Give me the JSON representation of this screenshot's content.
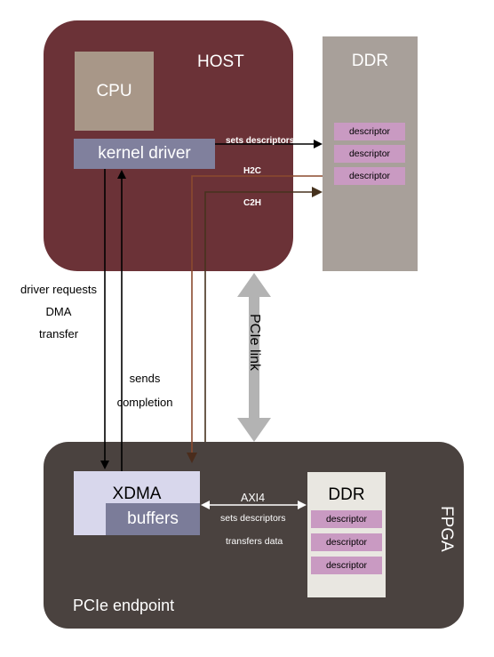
{
  "colors": {
    "host": "#6b3237",
    "cpu": "#a89788",
    "kernel": "#80809d",
    "ddr_top": "#a8a09a",
    "descriptor": "#c99ac2",
    "fpga": "#4a423f",
    "xdma": "#d8d7ec",
    "buffers": "#7b7c99",
    "ddr_bot": "#e9e7e1",
    "pcie_arrow": "#b3b3b3",
    "h2c_line": "#8b4a2f",
    "c2h_line": "#46321e"
  },
  "host": {
    "label": "HOST",
    "cpu": "CPU",
    "kernel_driver": "kernel driver"
  },
  "ddr_top": {
    "label": "DDR",
    "descriptors": [
      "descriptor",
      "descriptor",
      "descriptor"
    ]
  },
  "links": {
    "sets_descriptors": "sets descriptors",
    "h2c": "H2C",
    "c2h": "C2H",
    "driver_requests": [
      "driver requests",
      "DMA",
      "transfer"
    ],
    "sends_completion": [
      "sends",
      "completion"
    ],
    "pcie_link": "PCIe link"
  },
  "fpga": {
    "label": "FPGA",
    "pcie_endpoint": "PCIe endpoint",
    "xdma": "XDMA",
    "buffers": "buffers",
    "axi4": "AXI4",
    "sets_descriptors": "sets descriptors",
    "transfers_data": "transfers data",
    "ddr": {
      "label": "DDR",
      "descriptors": [
        "descriptor",
        "descriptor",
        "descriptor"
      ]
    }
  }
}
